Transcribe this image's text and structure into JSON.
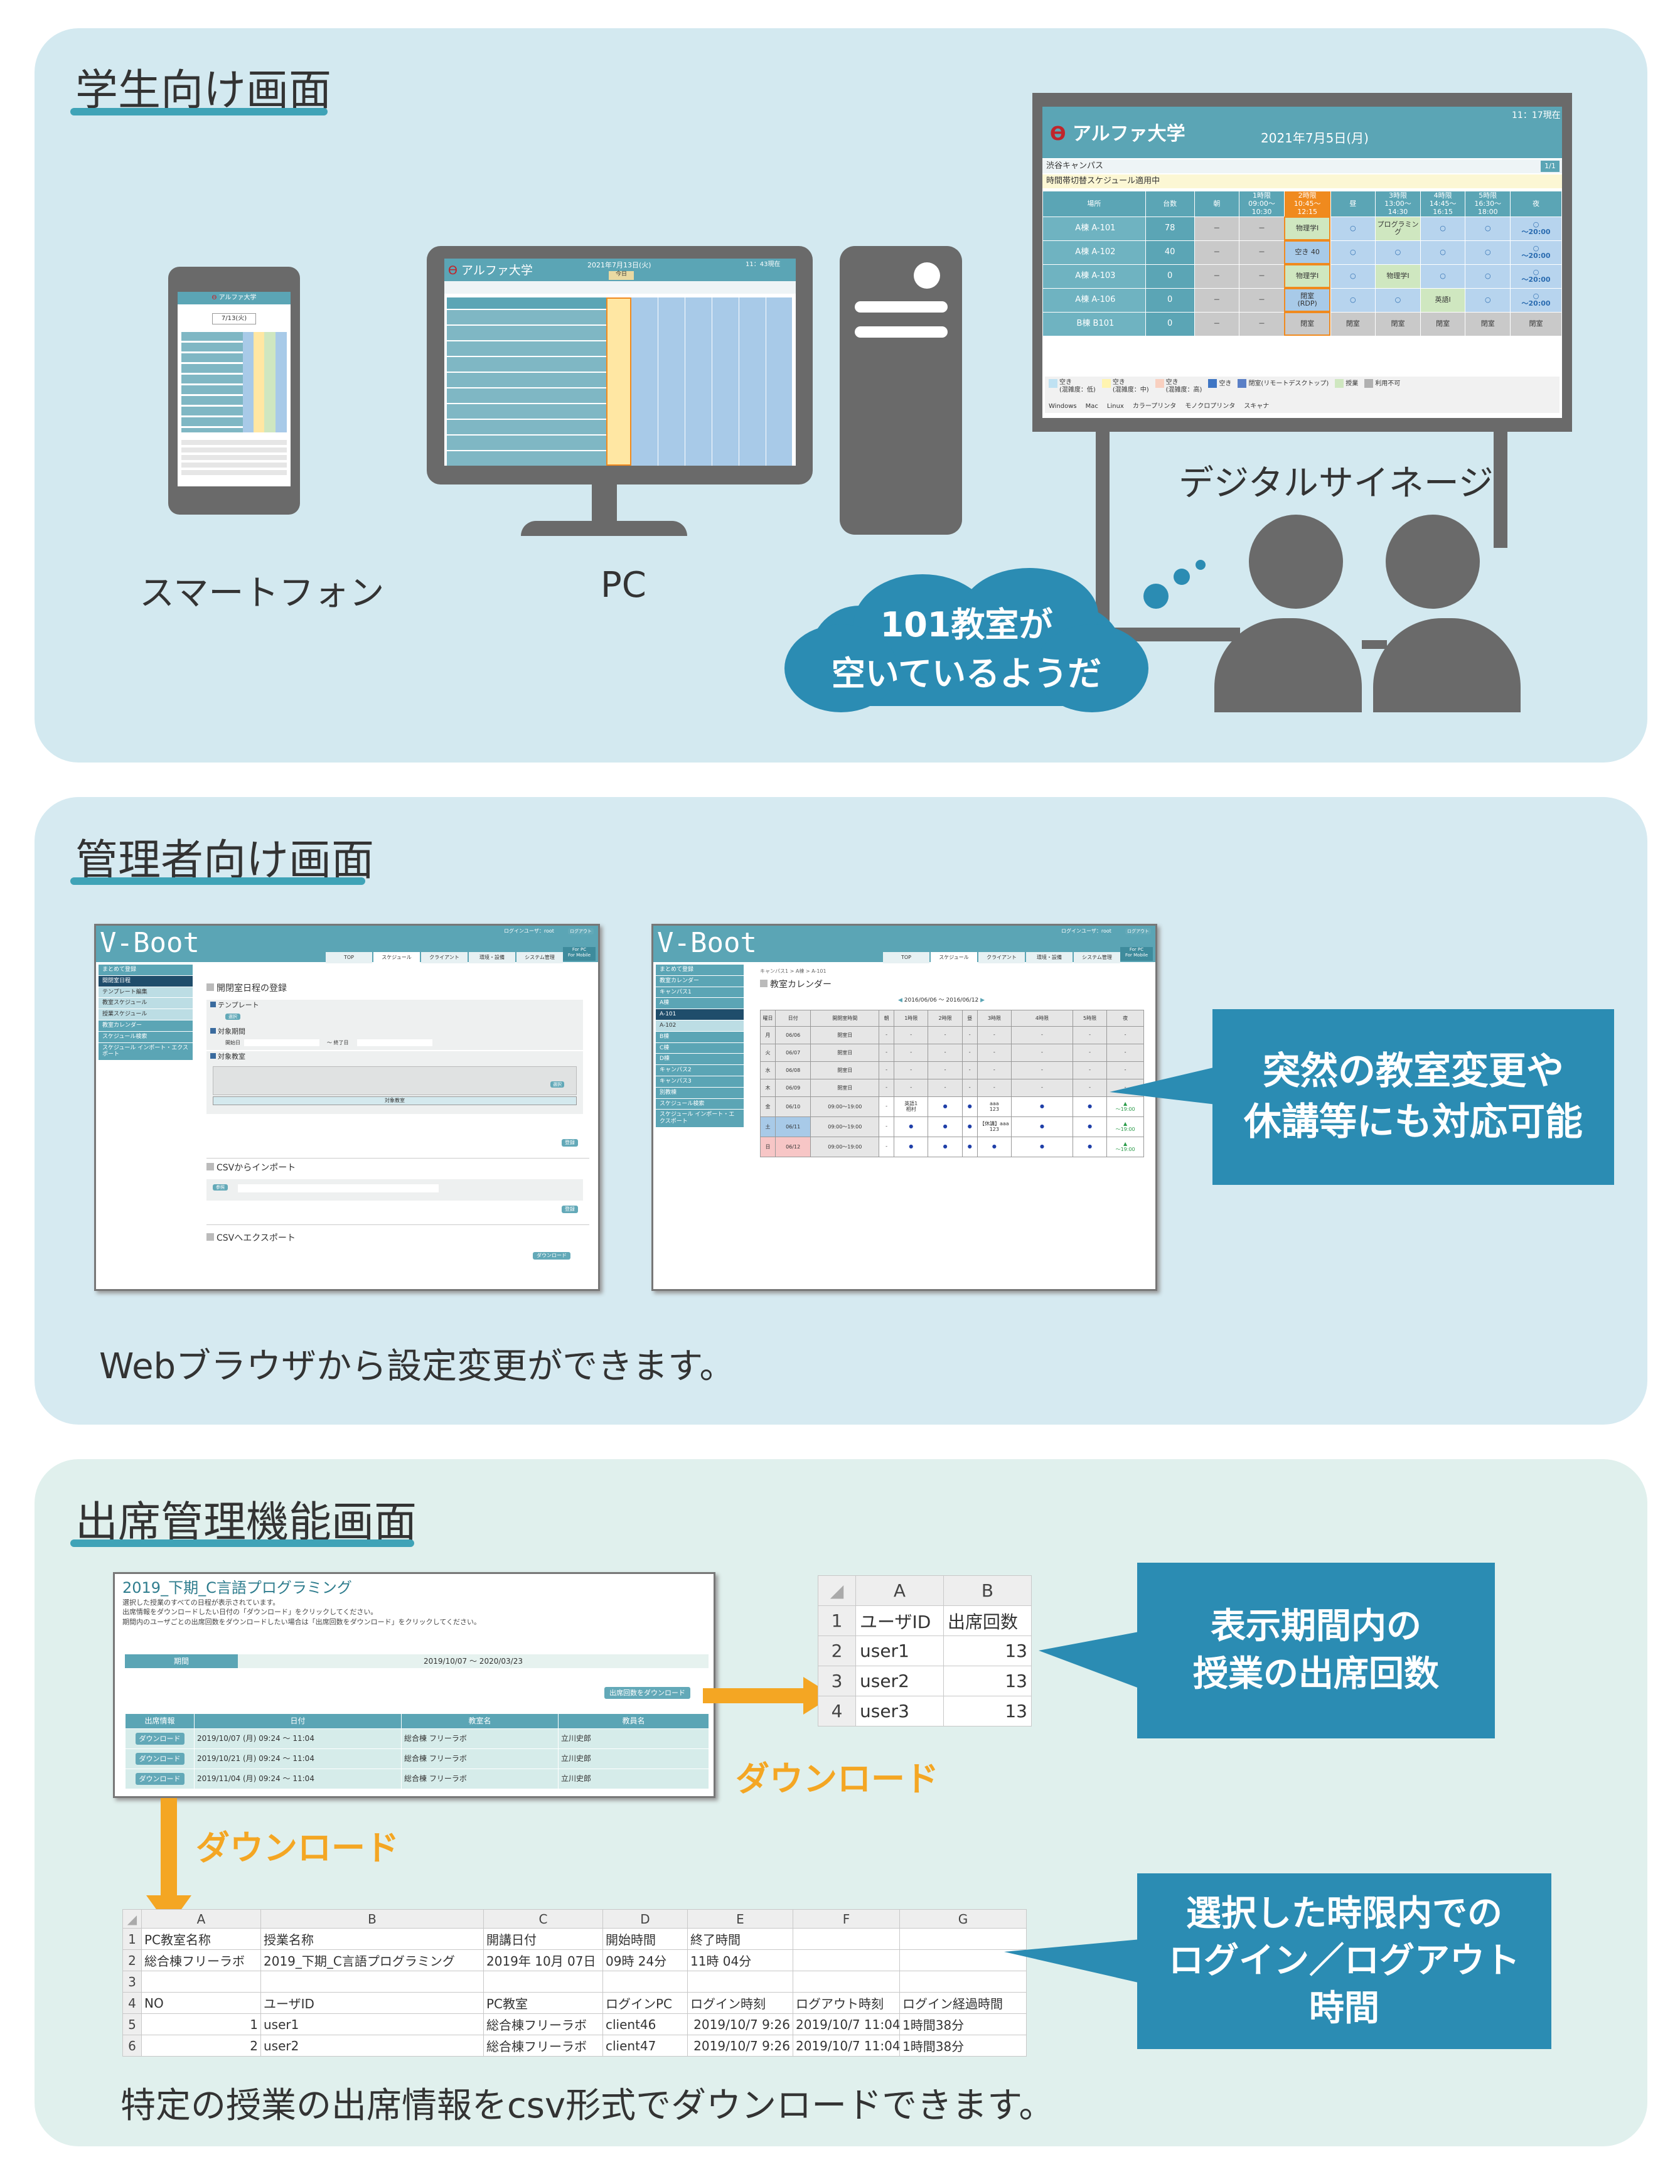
{
  "sections": {
    "student": {
      "title": "学生向け画面",
      "smartphone_label": "スマートフォン",
      "pc_label": "PC",
      "signage_label": "デジタルサイネージ",
      "speech": "101教室が\n空いているようだ"
    },
    "admin": {
      "title": "管理者向け画面",
      "caption": "Webブラウザから設定変更ができます。",
      "callout": "突然の教室変更や\n休講等にも対応可能"
    },
    "attendance": {
      "title": "出席管理機能画面",
      "caption": "特定の授業の出席情報をcsv形式でダウンロードできます。",
      "callout_count": "表示期間内の\n授業の出席回数",
      "callout_login": "選択した時限内での\nログイン／ログアウト\n時間",
      "download_label_right": "ダウンロード",
      "download_label_down": "ダウンロード"
    }
  },
  "signage": {
    "logo": "アルファ大学",
    "date": "2021年7月5日(月)",
    "time": "11：17現在",
    "campus": "渋谷キャンパス",
    "page": "1/1",
    "notice": "時間帯切替スケジュール適用中",
    "headers": [
      "場所",
      "台数",
      "朝",
      "1時限\n09:00〜10:30",
      "2時限\n10:45〜12:15",
      "昼",
      "3時限\n13:00〜14:30",
      "4時限\n14:45〜16:15",
      "5時限\n16:30〜18:00",
      "夜"
    ],
    "rows": [
      {
        "room": "A棟 A-101",
        "count": "78",
        "cells": [
          "－",
          "－",
          "物理学Ⅰ",
          "○",
          "プログラミング",
          "○",
          "○",
          "○\n〜20:00"
        ]
      },
      {
        "room": "A棟 A-102",
        "count": "40",
        "cells": [
          "－",
          "－",
          "空き 40",
          "○",
          "○",
          "○",
          "○",
          "○\n〜20:00"
        ]
      },
      {
        "room": "A棟 A-103",
        "count": "0",
        "cells": [
          "－",
          "－",
          "物理学Ⅰ",
          "○",
          "物理学Ⅰ",
          "○",
          "○",
          "○\n〜20:00"
        ]
      },
      {
        "room": "A棟 A-106",
        "count": "0",
        "cells": [
          "－",
          "－",
          "閉室\n(RDP)",
          "○",
          "○",
          "英語Ⅰ",
          "○",
          "○\n〜20:00"
        ]
      },
      {
        "room": "B棟 B101",
        "count": "0",
        "cells": [
          "－",
          "－",
          "閉室",
          "閉室",
          "閉室",
          "閉室",
          "閉室",
          "閉室"
        ]
      }
    ],
    "legend1": [
      "空き\n(混雑度：低)",
      "空き\n(混雑度：中)",
      "空き\n(混雑度：高)",
      "空き",
      "閉室(リモートデスクトップ)",
      "授業",
      "利用不可"
    ],
    "legend2": [
      "Windows",
      "Mac",
      "Linux",
      "カラープリンタ",
      "モノクロプリンタ",
      "スキャナ"
    ]
  },
  "pc_screen": {
    "logo": "アルファ大学",
    "date": "2021年7月13日(火)",
    "time": "11：43現在",
    "today": "今日"
  },
  "phone_screen": {
    "logo": "アルファ大学",
    "date": "7/13(火)"
  },
  "admin1": {
    "logo": "V-Boot",
    "user": "ログインユーザ：root",
    "logout": "ログアウト",
    "tabs": [
      "TOP",
      "スケジュール",
      "クライアント",
      "環境・設備",
      "システム管理"
    ],
    "forpc": "For PC\nFor Mobile",
    "menu": [
      "まとめて登録",
      "開閉室日程",
      "テンプレート編集",
      "教室スケジュール",
      "授業スケジュール",
      "教室カレンダー",
      "スケジュール検索",
      "スケジュール インポート・エクスポート"
    ],
    "heading": "開閉室日程の登録",
    "template": "テンプレート",
    "select": "選択",
    "period": "対象期間",
    "start": "開始日",
    "end": "〜 終了日",
    "room": "対象教室",
    "room_btn": "対象教室",
    "register": "登録",
    "csv_import": "CSVからインポート",
    "ref": "参照",
    "csv_export": "CSVへエクスポート",
    "download": "ダウンロード"
  },
  "admin2": {
    "logo": "V-Boot",
    "breadcrumb": "キャンパス1 > A棟 > A-101",
    "heading": "教室カレンダー",
    "range": "2016/06/06 〜 2016/06/12",
    "menu": [
      "まとめて登録",
      "教室カレンダー",
      "キャンパス1",
      "A棟",
      "A-101",
      "A-102",
      "B棟",
      "C棟",
      "D棟",
      "キャンパス2",
      "キャンパス3",
      "別教棟",
      "スケジュール検索",
      "スケジュール インポート・エクスポート"
    ],
    "headers": [
      "曜日",
      "日付",
      "開閉室時間",
      "朝",
      "1時限",
      "2時限",
      "昼",
      "3時限",
      "4時限",
      "5時限",
      "夜"
    ],
    "rows": [
      {
        "dow": "月",
        "date": "06/06",
        "time": "閉室日",
        "cells": [
          "-",
          "-",
          "-",
          "-",
          "-",
          "-",
          "-",
          "-"
        ]
      },
      {
        "dow": "火",
        "date": "06/07",
        "time": "閉室日",
        "cells": [
          "-",
          "-",
          "-",
          "-",
          "-",
          "-",
          "-",
          "-"
        ]
      },
      {
        "dow": "水",
        "date": "06/08",
        "time": "閉室日",
        "cells": [
          "-",
          "-",
          "-",
          "-",
          "-",
          "-",
          "-",
          "-"
        ]
      },
      {
        "dow": "木",
        "date": "06/09",
        "time": "閉室日",
        "cells": [
          "-",
          "-",
          "-",
          "-",
          "-",
          "-",
          "-",
          "-"
        ]
      },
      {
        "dow": "金",
        "date": "06/10",
        "time": "09:00〜19:00",
        "cells": [
          "-",
          "英語1\n相村",
          "●",
          "●",
          "aaa\n123",
          "●",
          "●",
          "▲\n〜19:00"
        ]
      },
      {
        "dow": "土",
        "date": "06/11",
        "time": "09:00〜19:00",
        "cells": [
          "-",
          "●",
          "●",
          "●",
          "【休講】aaa\n123",
          "●",
          "●",
          "▲\n〜19:00"
        ]
      },
      {
        "dow": "日",
        "date": "06/12",
        "time": "09:00〜19:00",
        "cells": [
          "-",
          "●",
          "●",
          "●",
          "●",
          "●",
          "●",
          "▲\n〜19:00"
        ]
      }
    ]
  },
  "attendance_screen": {
    "title": "2019_下期_C言語プログラミング",
    "desc1": "選択した授業のすべての日程が表示されています。",
    "desc2": "出席情報をダウンロードしたい日付の「ダウンロード」をクリックしてください。",
    "desc3": "期間内のユーザごとの出席回数をダウンロードしたい場合は「出席回数をダウンロード」をクリックしてください。",
    "period_label": "期間",
    "period": "2019/10/07 〜 2020/03/23",
    "count_button": "出席回数をダウンロード",
    "headers": [
      "出席情報",
      "日付",
      "教室名",
      "教員名"
    ],
    "rows": [
      {
        "btn": "ダウンロード",
        "date": "2019/10/07 (月) 09:24 〜 11:04",
        "room": "総合棟 フリーラボ",
        "teacher": "立川史郎"
      },
      {
        "btn": "ダウンロード",
        "date": "2019/10/21 (月) 09:24 〜 11:04",
        "room": "総合棟 フリーラボ",
        "teacher": "立川史郎"
      },
      {
        "btn": "ダウンロード",
        "date": "2019/11/04 (月) 09:24 〜 11:04",
        "room": "総合棟 フリーラボ",
        "teacher": "立川史郎"
      }
    ]
  },
  "sheet_small": {
    "cols": [
      "A",
      "B"
    ],
    "rows": [
      {
        "n": "1",
        "a": "ユーザID",
        "b": "出席回数"
      },
      {
        "n": "2",
        "a": "user1",
        "b": "13"
      },
      {
        "n": "3",
        "a": "user2",
        "b": "13"
      },
      {
        "n": "4",
        "a": "user3",
        "b": "13"
      }
    ]
  },
  "sheet_large": {
    "cols": [
      "A",
      "B",
      "C",
      "D",
      "E",
      "F",
      "G"
    ],
    "rows": [
      {
        "n": "1",
        "c": [
          "PC教室名称",
          "授業名称",
          "開講日付",
          "開始時間",
          "終了時間",
          "",
          ""
        ]
      },
      {
        "n": "2",
        "c": [
          "総合棟フリーラボ",
          "2019_下期_C言語プログラミング",
          "2019年 10月 07日",
          "09時 24分",
          "11時 04分",
          "",
          ""
        ]
      },
      {
        "n": "3",
        "c": [
          "",
          "",
          "",
          "",
          "",
          "",
          ""
        ]
      },
      {
        "n": "4",
        "c": [
          "NO",
          "ユーザID",
          "PC教室",
          "ログインPC",
          "ログイン時刻",
          "ログアウト時刻",
          "ログイン経過時間"
        ]
      },
      {
        "n": "5",
        "c": [
          "1",
          "user1",
          "総合棟フリーラボ",
          "client46",
          "2019/10/7 9:26",
          "2019/10/7 11:04",
          "1時間38分"
        ]
      },
      {
        "n": "6",
        "c": [
          "2",
          "user2",
          "総合棟フリーラボ",
          "client47",
          "2019/10/7 9:26",
          "2019/10/7 11:04",
          "1時間38分"
        ]
      }
    ]
  },
  "colors": {
    "panel1": "#d3e9f0",
    "panel2": "#d6eaf1",
    "panel3": "#e0f0ed",
    "accent": "#3fa3b7",
    "device": "#6a6a6a",
    "callout": "#2b8cb3",
    "arrow": "#f4a623",
    "table_head": "#5ba5b5"
  }
}
